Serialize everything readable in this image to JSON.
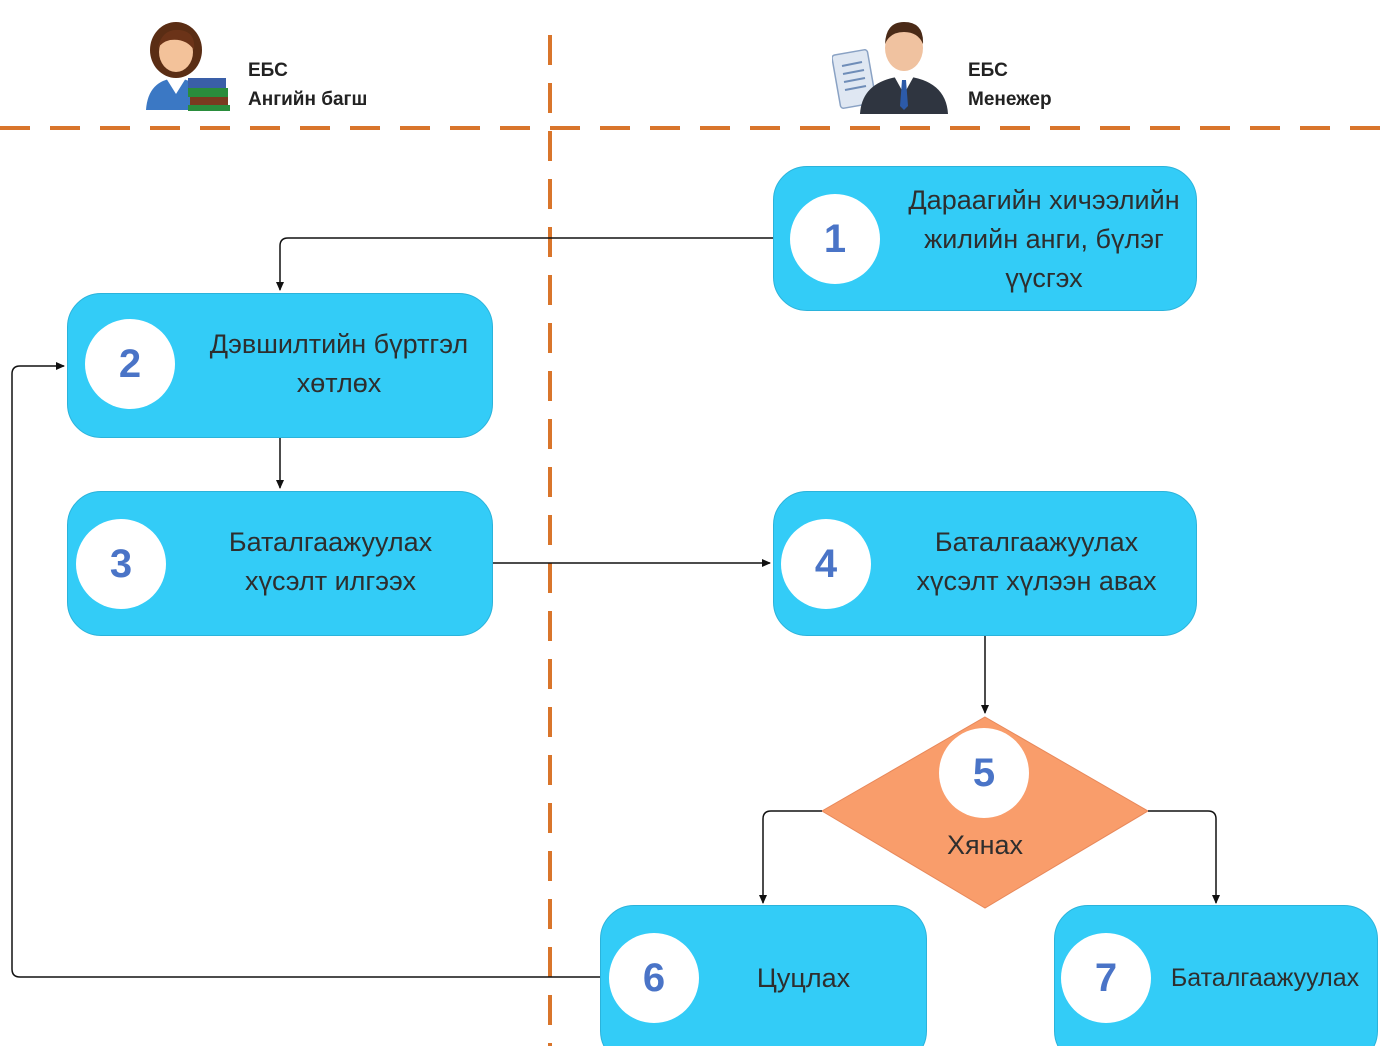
{
  "lanes": {
    "teacher": {
      "line1": "ЕБС",
      "line2": "Ангийн багш"
    },
    "manager": {
      "line1": "ЕБС",
      "line2": "Менежер"
    }
  },
  "steps": [
    {
      "number": "1",
      "label": "Дараагийн хичээлийн жилийн анги, бүлэг үүсгэх"
    },
    {
      "number": "2",
      "label": "Дэвшилтийн бүртгэл хөтлөх"
    },
    {
      "number": "3",
      "label": "Баталгаажуулах хүсэлт илгээх"
    },
    {
      "number": "4",
      "label": "Баталгаажуулах хүсэлт хүлээн авах"
    },
    {
      "number": "5",
      "label": "Хянах"
    },
    {
      "number": "6",
      "label": "Цуцлах"
    },
    {
      "number": "7",
      "label": "Баталгаажуулах"
    }
  ],
  "colors": {
    "process": "#33ccf7",
    "decision": "#f99d6b",
    "badge_text": "#4a74c7",
    "lane_divider": "#d9752b"
  }
}
